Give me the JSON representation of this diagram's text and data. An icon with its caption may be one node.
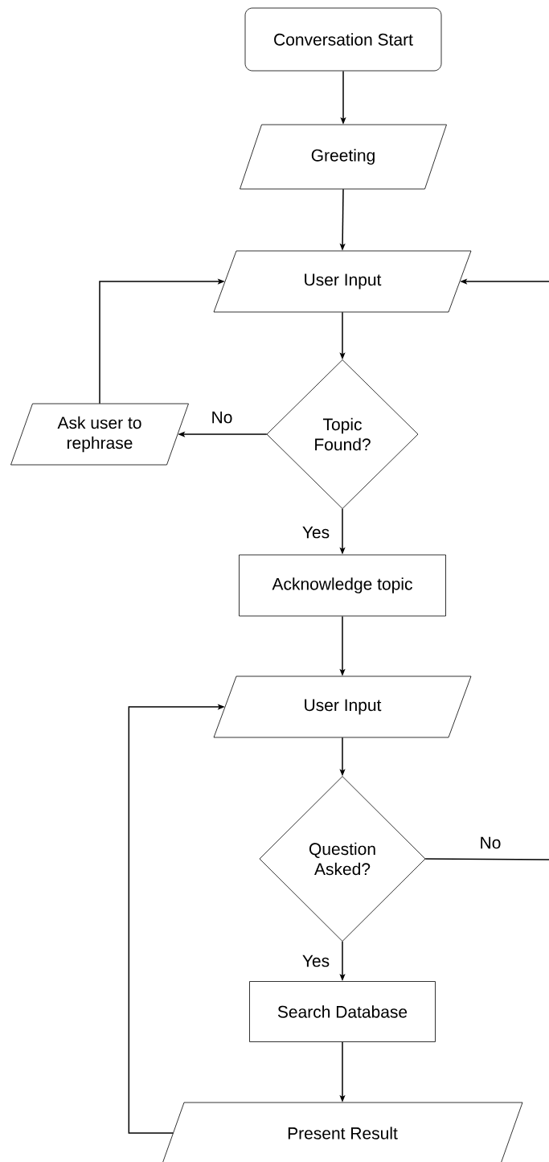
{
  "diagram": {
    "nodes": [
      {
        "text": [
          "Conversation Start"
        ]
      },
      {
        "text": [
          "Greeting"
        ]
      },
      {
        "text": [
          "User Input"
        ]
      },
      {
        "text": [
          "Topic Found?"
        ]
      },
      {
        "text": [
          "Ask user to rephrase"
        ]
      },
      {
        "text": [
          "Acknowledge topic"
        ]
      },
      {
        "text": [
          "User Input"
        ]
      },
      {
        "text": [
          "Question Asked?"
        ]
      },
      {
        "text": [
          "Search Database"
        ]
      },
      {
        "text": [
          "Present Result"
        ]
      }
    ],
    "edges": [
      {
        "from": 0,
        "to": 1,
        "arrow": "to"
      },
      {
        "from": 1,
        "to": 2,
        "arrow": "to"
      },
      {
        "from": 2,
        "to": 3,
        "arrow": "to"
      },
      {
        "from": 3,
        "to": 4,
        "arrow": "to",
        "label": "No"
      },
      {
        "from": 4,
        "to": 2,
        "arrow": "to"
      },
      {
        "from": 3,
        "to": 5,
        "arrow": "to",
        "label": "Yes"
      },
      {
        "from": 5,
        "to": 6,
        "arrow": "to"
      },
      {
        "from": 6,
        "to": 7,
        "arrow": "to"
      },
      {
        "from": 7,
        "to": 8,
        "arrow": "to",
        "label": "Yes"
      },
      {
        "from": 8,
        "to": 9,
        "arrow": "to"
      },
      {
        "from": 9,
        "to": 6,
        "arrow": "to"
      },
      {
        "from": 7,
        "to": null,
        "arrow": "none",
        "label": "No"
      },
      {
        "from": null,
        "to": 2,
        "arrow": "to"
      }
    ]
  }
}
